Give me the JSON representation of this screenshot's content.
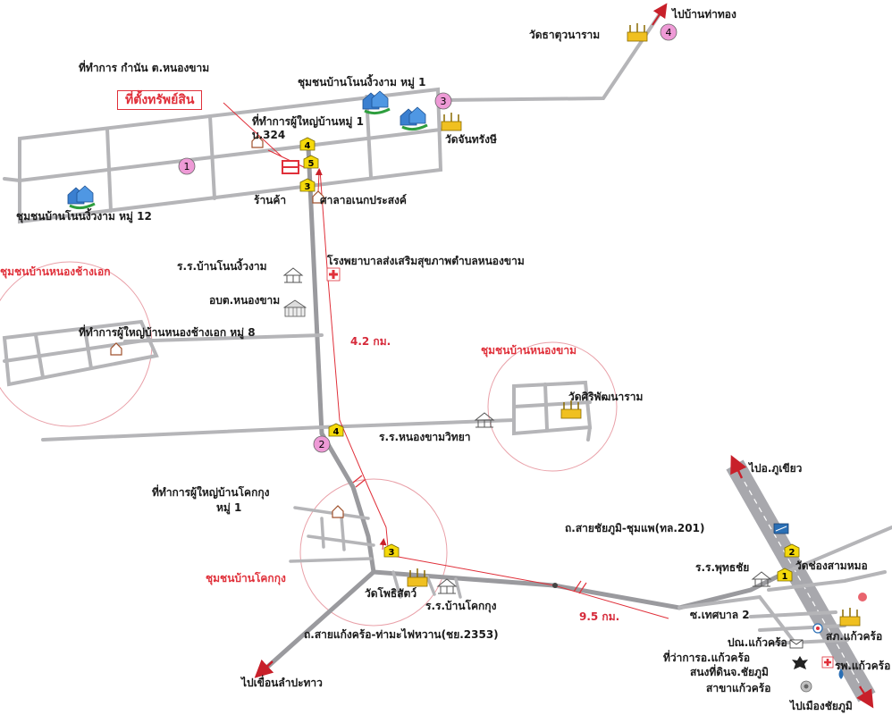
{
  "map": {
    "property_label": "ที่ตั้งทรัพย์สิน",
    "places": {
      "kamnan_office": "ที่ทำการ กำนัน ต.หนองขาม",
      "community_1": "ชุมชนบ้านโนนงิ้วงาม หมู่ 1",
      "headman_office_1": "ที่ทำการผู้ใหญ่บ้านหมู่ 1",
      "road_324": "บ.324",
      "wat_chan": "วัดจันทรังษี",
      "wat_thatu": "วัดธาตุวนาราม",
      "to_ban_tha_thong": "ไปบ้านท่าทอง",
      "community_12": "ชุมชนบ้านโนนงิ้วงาม หมู่ 12",
      "shop": "ร้านค้า",
      "sala": "ศาลาอเนกประสงค์",
      "school_non_ngiw": "ร.ร.บ้านโนนงิ้วงาม",
      "hospital_subdistrict": "โรงพยาบาลส่งเสริมสุขภาพตำบลหนองขาม",
      "sao_nong_kham": "อบต.หนองขาม",
      "community_nong_chang_ek": "ชุมชนบ้านหนองช้างเอก",
      "headman_nong_chang_ek": "ที่ทำการผู้ใหญ่บ้านหนองช้างเอก หมู่ 8",
      "dist_4_2": "4.2 กม.",
      "community_nong_kham": "ชุมชนบ้านหนองขาม",
      "wat_siri": "วัดศิริพัฒนาราม",
      "school_nong_kham": "ร.ร.หนองขามวิทยา",
      "headman_khok_kung": "ที่ทำการผู้ใหญ่บ้านโคกกุง",
      "moo_1": "หมู่ 1",
      "community_khok_kung": "ชุมชนบ้านโคกกุง",
      "wat_pho": "วัดโพธิสัตว์",
      "school_khok_kung": "ร.ร.บ้านโคกกุง",
      "dist_9_5": "9.5 กม.",
      "road_2353": "ถ.สายแก้งคร้อ-ท่ามะไฟหวาน(ชย.2353)",
      "to_lam_pa_thao": "ไปเขื่อนลำปะทาว",
      "to_phu_khiao": "ไปอ.ภูเขียว",
      "road_201": "ถ.สายชัยภูมิ-ชุมแพ(ทล.201)",
      "school_phutthachai": "ร.ร.พุทธชัย",
      "wat_chong_sam_mo": "วัดช่องสามหมอ",
      "soi_thesaban_2": "ซ.เทศบาล 2",
      "post_office": "ปณ.แก้วคร้อ",
      "district_office": "ที่ว่าการอ.แก้วคร้อ",
      "land_office": "สนงที่ดินจ.ชัยภูมิ",
      "land_branch": "สาขาแก้วคร้อ",
      "police": "สภ.แก้วคร้อ",
      "hospital_kaeng_khro": "รพ.แก้วคร้อ",
      "to_chaiyaphum": "ไปเมืองชัยภูมิ"
    },
    "route_markers": [
      "1",
      "2",
      "3",
      "4"
    ],
    "yellow_markers": [
      "4",
      "5",
      "3",
      "4",
      "3",
      "2",
      "1"
    ],
    "colors": {
      "road": "#b5b5b8",
      "highway": "#9a9a9e",
      "route_line": "#e0303a",
      "circle_marker": "#ee9ad6",
      "yellow_marker": "#f5d90a",
      "community_label": "#e0303a"
    }
  }
}
